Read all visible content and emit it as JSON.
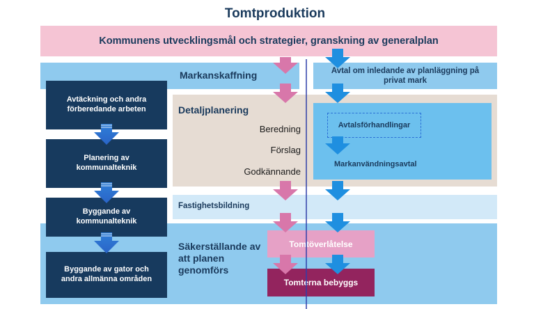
{
  "title": "Tomtproduktion",
  "banner": "Kommunens utvecklingsmål och strategier, granskning av generalplan",
  "markanskaffning": "Markanskaffning",
  "right_top": "Avtal om inledande av planläggning på privat mark",
  "detaljplanering": {
    "heading": "Detaljplanering",
    "steps": [
      "Beredning",
      "Förslag",
      "Godkännande"
    ]
  },
  "avtalsforhandlingar": "Avtalsförhandlingar",
  "markanvandningsavtal": "Markanvändningsavtal",
  "fastighetsbildning": "Fastighetsbildning",
  "sakerstallande": "Säkerställande av att planen genomförs",
  "tomtoverlatelse": "Tomtöverlåtelse",
  "tomterna_bebyggs": "Tomterna bebyggs",
  "left_steps": [
    "Avtäckning och andra förberedande arbeten",
    "Planering av kommunalteknik",
    "Byggande av kommunalteknik",
    "Byggande av gator och andra allmänna områden"
  ],
  "colors": {
    "navy": "#173a5e",
    "pink_arrow": "#d877aa",
    "blue_arrow": "#1f8fe0",
    "banner": "#f5c4d4",
    "magenta": "#93245e"
  }
}
